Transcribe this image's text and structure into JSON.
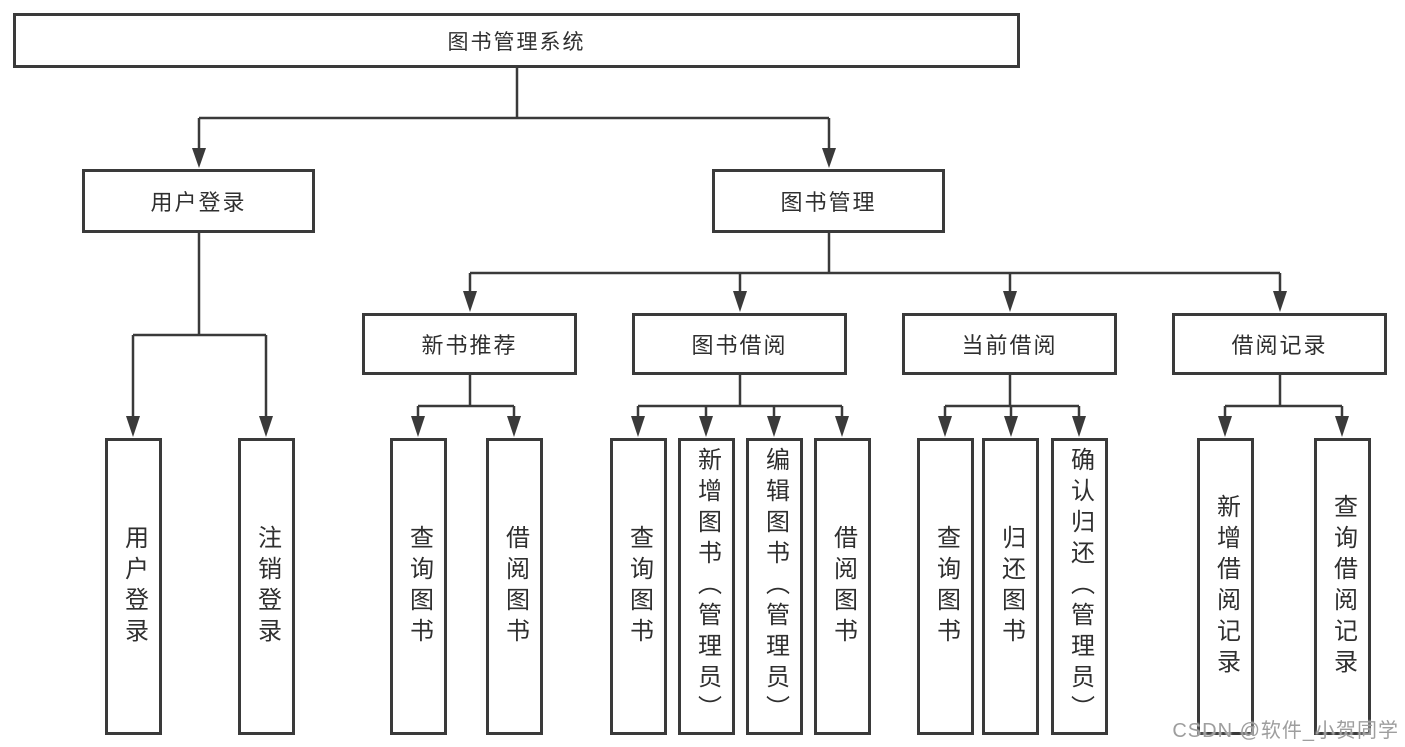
{
  "diagram": {
    "title": "图书管理系统",
    "level2": {
      "user_login": "用户登录",
      "book_management": "图书管理"
    },
    "level3": {
      "new_book_recommend": "新书推荐",
      "book_borrow": "图书借阅",
      "current_borrow": "当前借阅",
      "borrow_record": "借阅记录"
    },
    "leaves": {
      "user_login": [
        "用户登录",
        "注销登录"
      ],
      "new_book_recommend": [
        "查询图书",
        "借阅图书"
      ],
      "book_borrow": [
        "查询图书",
        "新增图书（管理员）",
        "编辑图书（管理员）",
        "借阅图书"
      ],
      "current_borrow": [
        "查询图书",
        "归还图书",
        "确认归还（管理员）"
      ],
      "borrow_record": [
        "新增借阅记录",
        "查询借阅记录"
      ]
    },
    "colors": {
      "line": "#3a3a3a",
      "text": "#2f2f2f",
      "background": "#ffffff",
      "watermark": "#9e9e9e"
    }
  },
  "watermark": "CSDN @软件_小贺同学"
}
